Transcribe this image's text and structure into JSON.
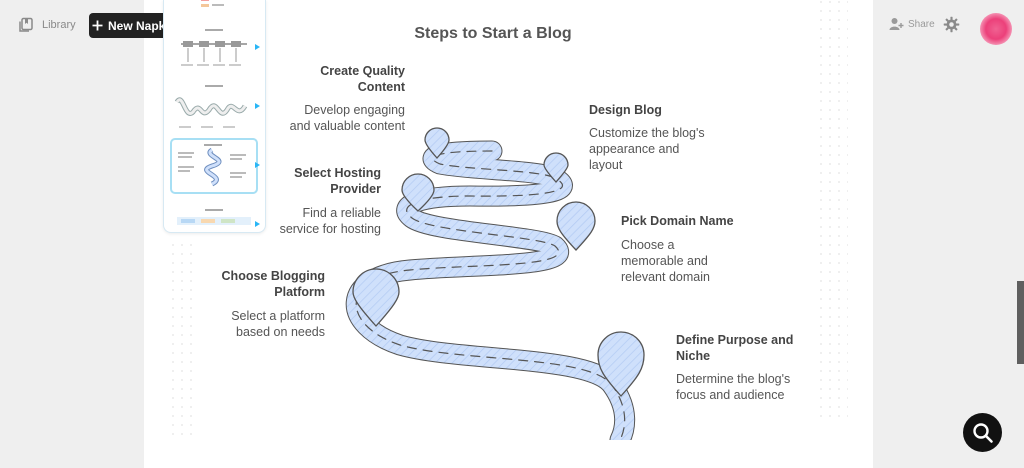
{
  "app": {
    "library_label": "Library",
    "new_napkin_label": "New Napkin",
    "share_label": "Share"
  },
  "diagram": {
    "title": "Steps to Start a Blog",
    "steps": [
      {
        "title_lines": [
          "Create Quality",
          "Content"
        ],
        "desc_lines": [
          "Develop engaging",
          "and valuable content"
        ]
      },
      {
        "title_lines": [
          "Design Blog"
        ],
        "desc_lines": [
          "Customize the blog's",
          "appearance and",
          "layout"
        ]
      },
      {
        "title_lines": [
          "Select Hosting",
          "Provider"
        ],
        "desc_lines": [
          "Find a reliable",
          "service for hosting"
        ]
      },
      {
        "title_lines": [
          "Pick Domain Name"
        ],
        "desc_lines": [
          "Choose a",
          "memorable and",
          "relevant domain"
        ]
      },
      {
        "title_lines": [
          "Choose Blogging",
          "Platform"
        ],
        "desc_lines": [
          "Select a platform",
          "based on needs"
        ]
      },
      {
        "title_lines": [
          "Define Purpose and",
          "Niche"
        ],
        "desc_lines": [
          "Determine the blog's",
          "focus and audience"
        ]
      }
    ]
  },
  "colors": {
    "road_fill": "#cfe0fb",
    "road_stroke": "#555555",
    "accent": "#29b6f6",
    "button_bg": "#222222"
  },
  "icons": [
    "library-icon",
    "plus-icon",
    "add-person-icon",
    "gear-icon",
    "search-icon"
  ]
}
